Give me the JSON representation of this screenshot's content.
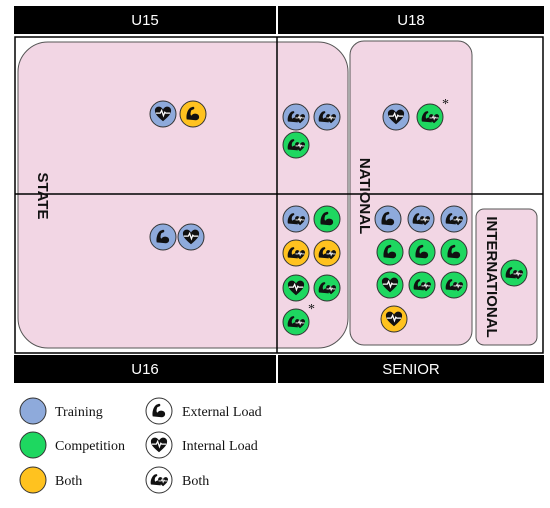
{
  "headers": {
    "top_left": "U15",
    "top_right": "U18",
    "bottom_left": "U16",
    "bottom_right": "SENIOR"
  },
  "levels": {
    "state": "STATE",
    "national": "NATIONAL",
    "international": "INTERNATIONAL"
  },
  "legend": {
    "colors": [
      {
        "key": "training",
        "label": "Training",
        "color": "#8eaadb"
      },
      {
        "key": "competition",
        "label": "Competition",
        "color": "#1ed760"
      },
      {
        "key": "both",
        "label": "Both",
        "color": "#ffc21f"
      }
    ],
    "icons": [
      {
        "key": "external",
        "label": "External Load",
        "icon": "bicep-icon"
      },
      {
        "key": "internal",
        "label": "Internal Load",
        "icon": "heart-ecg-icon"
      },
      {
        "key": "both",
        "label": "Both",
        "icon": "bicep-heart-icon"
      }
    ]
  },
  "colors": {
    "region_fill": "#f2d6e4",
    "region_stroke": "#444444",
    "header_bg": "#000000",
    "training": "#8eaadb",
    "competition": "#1ed760",
    "both": "#ffc21f"
  },
  "study_markers": [
    {
      "group": "U15-State",
      "color": "training",
      "icon": "internal"
    },
    {
      "group": "U15-State",
      "color": "both",
      "icon": "external"
    },
    {
      "group": "U16-State",
      "color": "training",
      "icon": "external"
    },
    {
      "group": "U16-State",
      "color": "training",
      "icon": "internal"
    },
    {
      "group": "U18-State",
      "color": "training",
      "icon": "both"
    },
    {
      "group": "U18-State",
      "color": "training",
      "icon": "both"
    },
    {
      "group": "U18-State",
      "color": "competition",
      "icon": "both"
    },
    {
      "group": "U18-National",
      "color": "training",
      "icon": "internal"
    },
    {
      "group": "U18-National",
      "color": "competition",
      "icon": "both",
      "note": "*"
    },
    {
      "group": "Senior-State",
      "color": "training",
      "icon": "both"
    },
    {
      "group": "Senior-State",
      "color": "competition",
      "icon": "external"
    },
    {
      "group": "Senior-State",
      "color": "both",
      "icon": "both"
    },
    {
      "group": "Senior-State",
      "color": "both",
      "icon": "both"
    },
    {
      "group": "Senior-State",
      "color": "competition",
      "icon": "internal"
    },
    {
      "group": "Senior-State",
      "color": "competition",
      "icon": "both"
    },
    {
      "group": "Senior-State",
      "color": "competition",
      "icon": "both",
      "note": "*"
    },
    {
      "group": "Senior-National",
      "color": "training",
      "icon": "external"
    },
    {
      "group": "Senior-National",
      "color": "training",
      "icon": "both"
    },
    {
      "group": "Senior-National",
      "color": "training",
      "icon": "both"
    },
    {
      "group": "Senior-National",
      "color": "competition",
      "icon": "external"
    },
    {
      "group": "Senior-National",
      "color": "competition",
      "icon": "external"
    },
    {
      "group": "Senior-National",
      "color": "competition",
      "icon": "external"
    },
    {
      "group": "Senior-National",
      "color": "competition",
      "icon": "internal"
    },
    {
      "group": "Senior-National",
      "color": "competition",
      "icon": "both"
    },
    {
      "group": "Senior-National",
      "color": "competition",
      "icon": "both"
    },
    {
      "group": "Senior-National",
      "color": "both",
      "icon": "internal"
    },
    {
      "group": "Senior-International",
      "color": "competition",
      "icon": "both"
    }
  ]
}
